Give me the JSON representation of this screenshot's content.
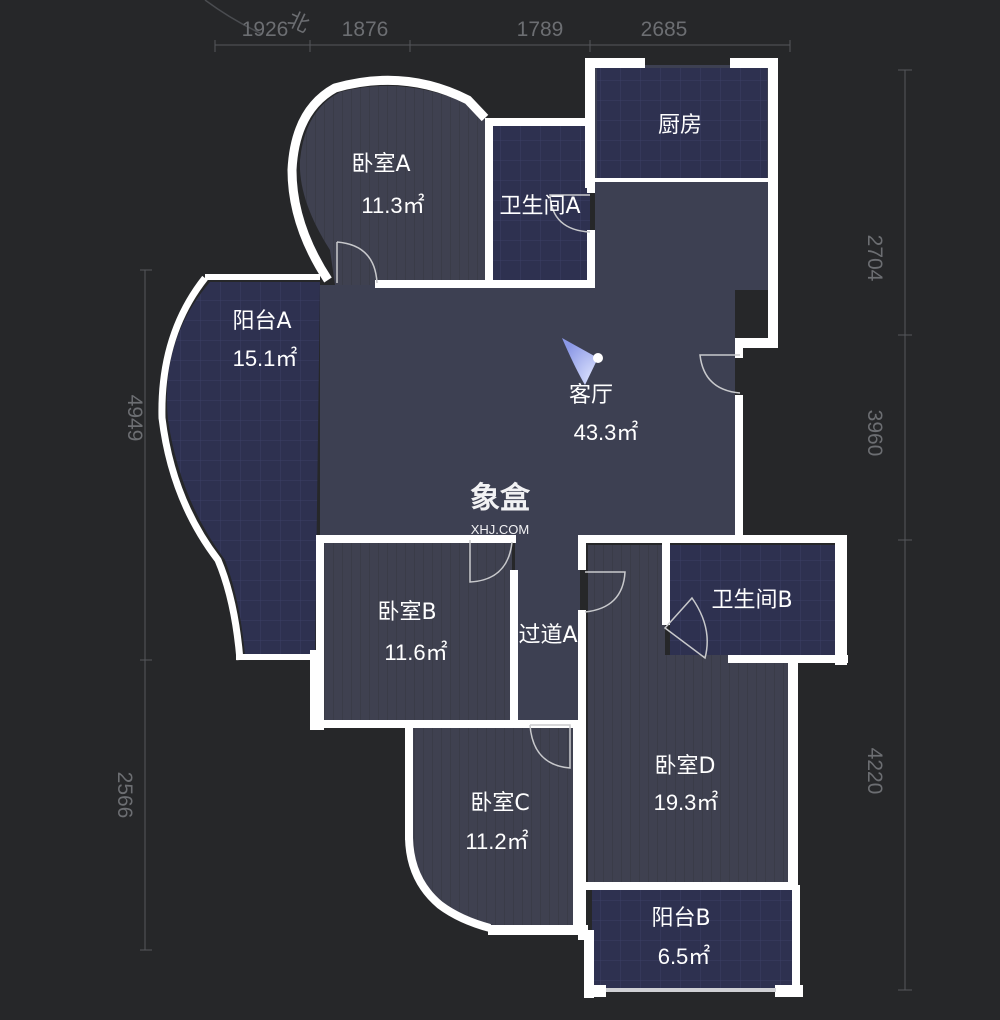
{
  "dimensions": {
    "top": [
      "1926",
      "1876",
      "1789",
      "2685"
    ],
    "left": [
      "4949",
      "2566"
    ],
    "right": [
      "2704",
      "3960",
      "4220"
    ]
  },
  "compass_mark": "北",
  "rooms": [
    {
      "name": "卧室A",
      "area": "11.3㎡"
    },
    {
      "name": "卫生间A",
      "area": ""
    },
    {
      "name": "厨房",
      "area": ""
    },
    {
      "name": "阳台A",
      "area": "15.1㎡"
    },
    {
      "name": "客厅",
      "area": "43.3㎡"
    },
    {
      "name": "卧室B",
      "area": "11.6㎡"
    },
    {
      "name": "过道A",
      "area": ""
    },
    {
      "name": "卫生间B",
      "area": ""
    },
    {
      "name": "卧室C",
      "area": "11.2㎡"
    },
    {
      "name": "卧室D",
      "area": "19.3㎡"
    },
    {
      "name": "阳台B",
      "area": "6.5㎡"
    }
  ],
  "watermark": {
    "logo_text": "象盒",
    "site": "XHJ.COM"
  },
  "colors": {
    "background": "#262729",
    "floor": "#3d4052",
    "wall": "#ffffff",
    "camera_marker": "#b9c4ff"
  }
}
